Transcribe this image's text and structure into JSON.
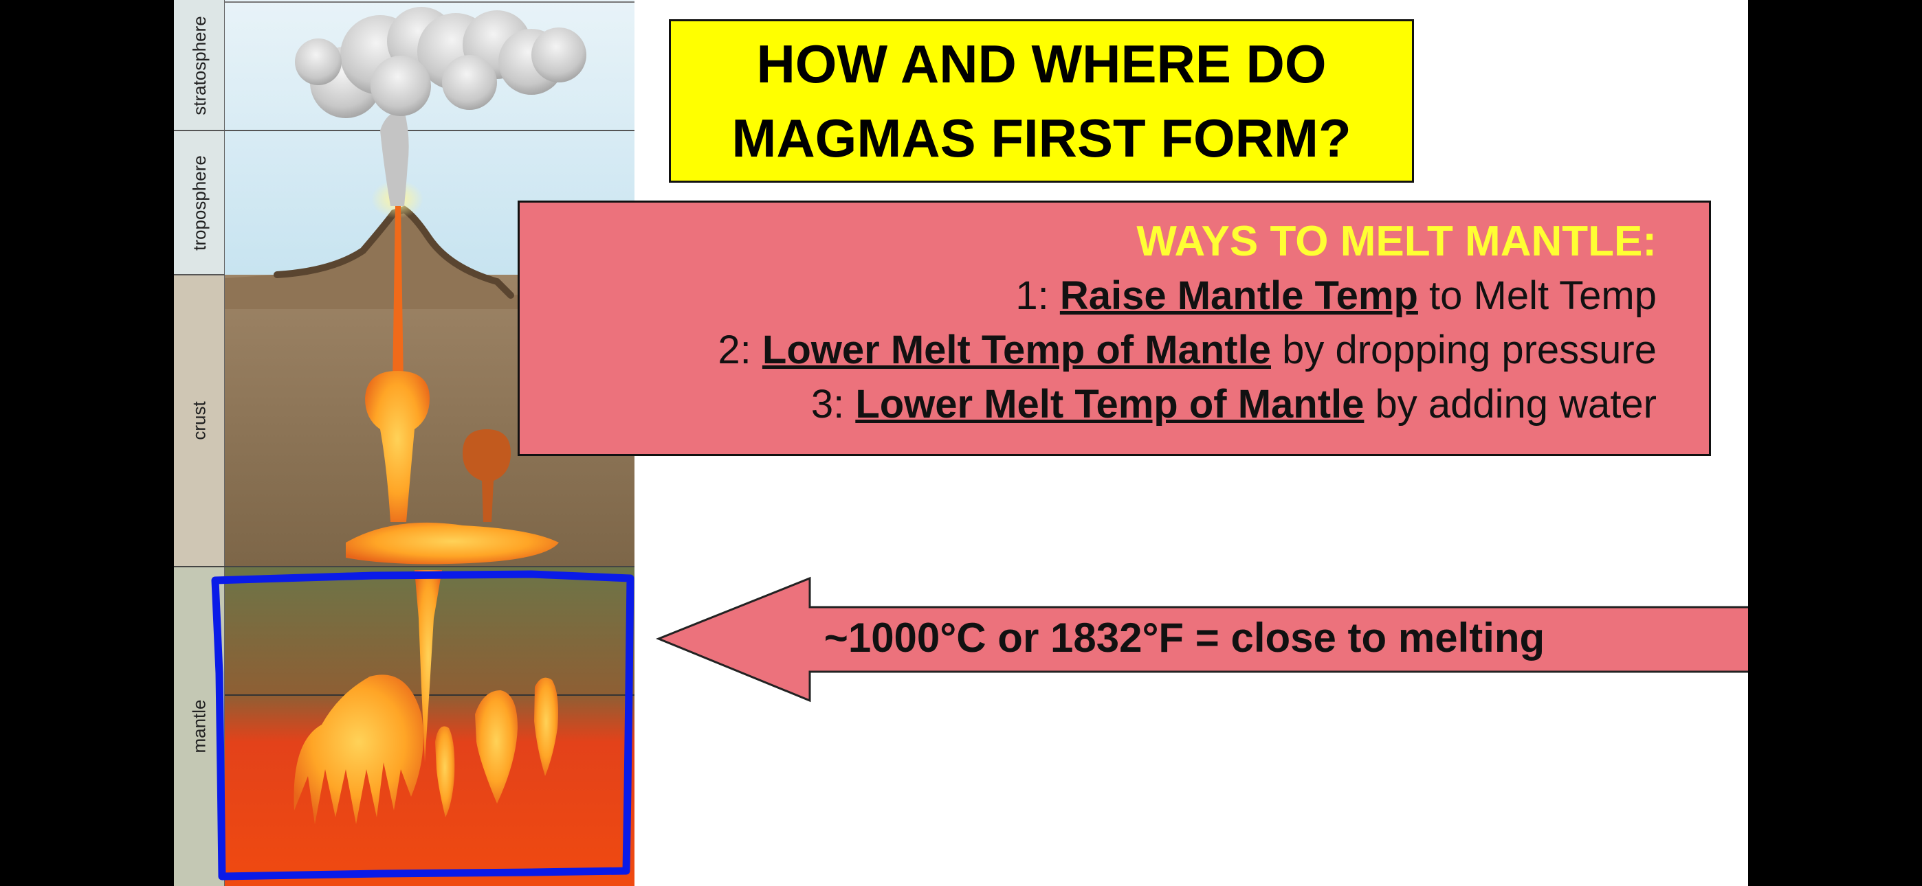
{
  "diagram": {
    "layers": {
      "stratosphere": "stratosphere",
      "troposphere": "troposphere",
      "crust": "crust",
      "mantle": "mantle"
    }
  },
  "title": {
    "line1": "HOW AND WHERE DO",
    "line2": "MAGMAS FIRST FORM?"
  },
  "ways": {
    "heading": "WAYS TO MELT MANTLE:",
    "items": [
      {
        "num": "1:",
        "bold": "Raise Mantle Temp",
        "rest": "to Melt Temp"
      },
      {
        "num": "2:",
        "bold": "Lower Melt Temp of Mantle",
        "rest": "by dropping pressure"
      },
      {
        "num": "3:",
        "bold": "Lower Melt Temp of Mantle",
        "rest": "by adding water"
      }
    ]
  },
  "callout": {
    "text": "~1000°C or 1832°F = close to melting"
  },
  "colors": {
    "title_bg": "#ffff00",
    "box_bg": "#ec727c",
    "heading": "#ffff33",
    "highlight": "#0a1be8"
  }
}
